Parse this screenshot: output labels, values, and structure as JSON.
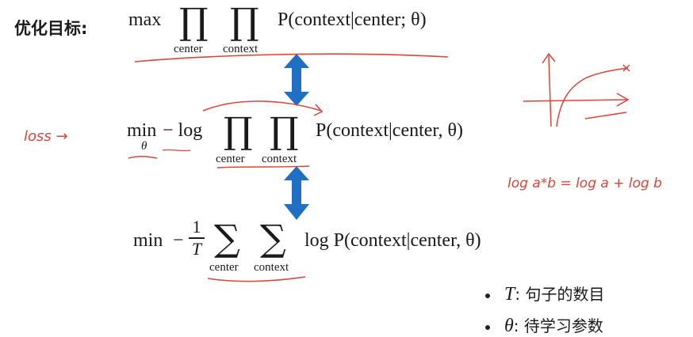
{
  "title": "优化目标:",
  "eq1": {
    "op": "max",
    "prod": "∏",
    "sub_center": "center",
    "sub_context": "context",
    "expr": "P(context|center; θ)"
  },
  "eq2": {
    "op": "min",
    "op_sub": "θ",
    "neg_log": "− log",
    "prod": "∏",
    "sub_center": "center",
    "sub_context": "context",
    "expr": "P(context|center, θ)"
  },
  "eq3": {
    "op": "min",
    "minus": "−",
    "frac_num": "1",
    "frac_den": "T",
    "sum": "∑",
    "sub_center": "center",
    "sub_context": "context",
    "expr": "log P(context|center, θ)"
  },
  "bullets": [
    {
      "symbol": "T",
      "text": ":  句子的数目"
    },
    {
      "symbol": "θ",
      "text": ":  待学习参数"
    }
  ],
  "annotations": {
    "loss": "loss →",
    "log_rule": "log a*b = log a + log b"
  },
  "colors": {
    "arrow": "#1f6fc2",
    "annotation": "#d8453a",
    "text": "#1a1a1a"
  }
}
